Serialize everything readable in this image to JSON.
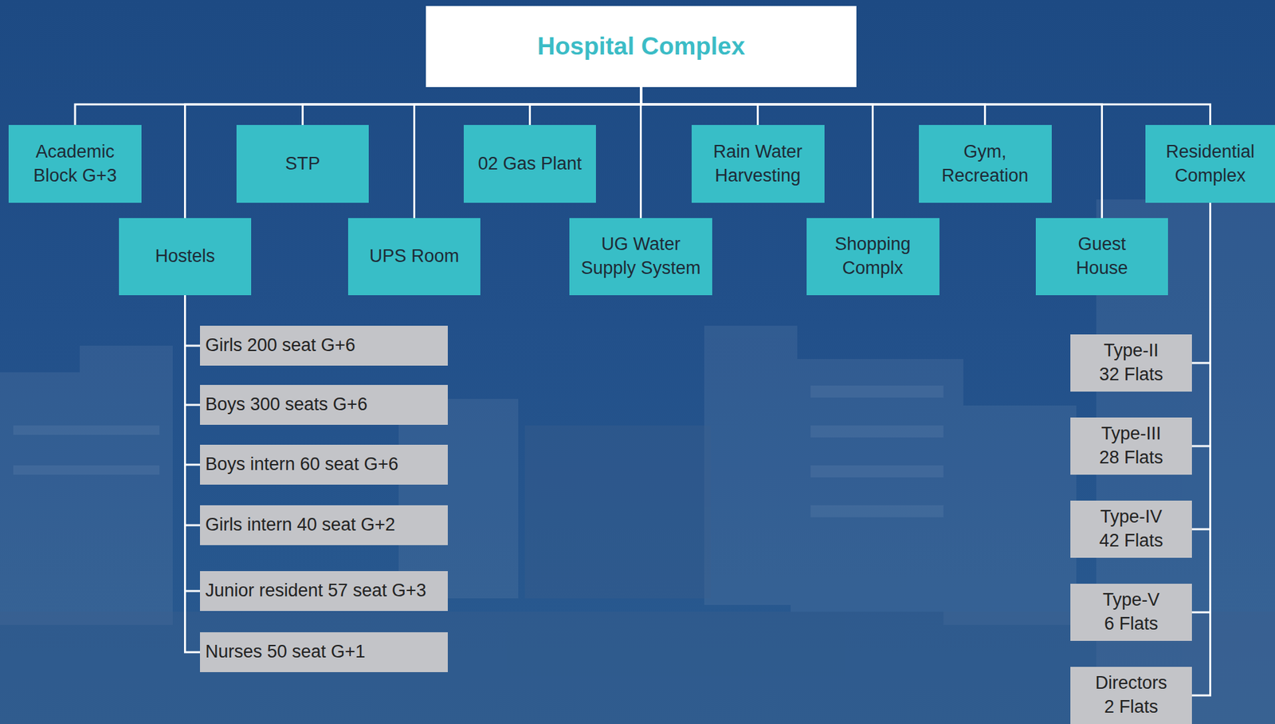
{
  "diagram": {
    "nodes": [
      {
        "text": [
          "Hospital Complex"
        ]
      },
      {
        "text": [
          "Academic Block G+3"
        ]
      },
      {
        "text": [
          "Hostels"
        ]
      },
      {
        "text": [
          "STP"
        ]
      },
      {
        "text": [
          "UPS Room"
        ]
      },
      {
        "text": [
          "02 Gas Plant"
        ]
      },
      {
        "text": [
          "UG Water Supply System"
        ]
      },
      {
        "text": [
          "Rain Water Harvesting"
        ]
      },
      {
        "text": [
          "Shopping Complx"
        ]
      },
      {
        "text": [
          "Gym, Recreation"
        ]
      },
      {
        "text": [
          "Guest House"
        ]
      },
      {
        "text": [
          "Residential Complex"
        ]
      },
      {
        "text": [
          "Girls 200 seat G+6"
        ]
      },
      {
        "text": [
          "Boys 300 seats G+6"
        ]
      },
      {
        "text": [
          "Boys intern 60 seat G+6"
        ]
      },
      {
        "text": [
          "Girls intern 40 seat G+2"
        ]
      },
      {
        "text": [
          "Junior resident 57 seat G+3"
        ]
      },
      {
        "text": [
          "Nurses 50 seat G+1"
        ]
      },
      {
        "text": [
          "Type-II 32 Flats"
        ]
      },
      {
        "text": [
          "Type-III 28 Flats"
        ]
      },
      {
        "text": [
          "Type-IV 42 Flats"
        ]
      },
      {
        "text": [
          "Type-V 6 Flats"
        ]
      },
      {
        "text": [
          "Directors 2 Flats"
        ]
      }
    ],
    "edges": [
      {
        "from": 0,
        "to": 1,
        "arrow": "none"
      },
      {
        "from": 0,
        "to": 2,
        "arrow": "none"
      },
      {
        "from": 0,
        "to": 3,
        "arrow": "none"
      },
      {
        "from": 0,
        "to": 4,
        "arrow": "none"
      },
      {
        "from": 0,
        "to": 5,
        "arrow": "none"
      },
      {
        "from": 0,
        "to": 6,
        "arrow": "none"
      },
      {
        "from": 0,
        "to": 7,
        "arrow": "none"
      },
      {
        "from": 0,
        "to": 8,
        "arrow": "none"
      },
      {
        "from": 0,
        "to": 9,
        "arrow": "none"
      },
      {
        "from": 0,
        "to": 10,
        "arrow": "none"
      },
      {
        "from": 0,
        "to": 11,
        "arrow": "none"
      },
      {
        "from": 2,
        "to": 12,
        "arrow": "none"
      },
      {
        "from": 2,
        "to": 13,
        "arrow": "none"
      },
      {
        "from": 2,
        "to": 14,
        "arrow": "none"
      },
      {
        "from": 2,
        "to": 15,
        "arrow": "none"
      },
      {
        "from": 2,
        "to": 16,
        "arrow": "none"
      },
      {
        "from": 2,
        "to": 17,
        "arrow": "none"
      },
      {
        "from": 11,
        "to": 18,
        "arrow": "none"
      },
      {
        "from": 11,
        "to": 19,
        "arrow": "none"
      },
      {
        "from": 11,
        "to": 20,
        "arrow": "none"
      },
      {
        "from": 11,
        "to": 21,
        "arrow": "none"
      },
      {
        "from": 11,
        "to": 22,
        "arrow": "none"
      }
    ]
  }
}
